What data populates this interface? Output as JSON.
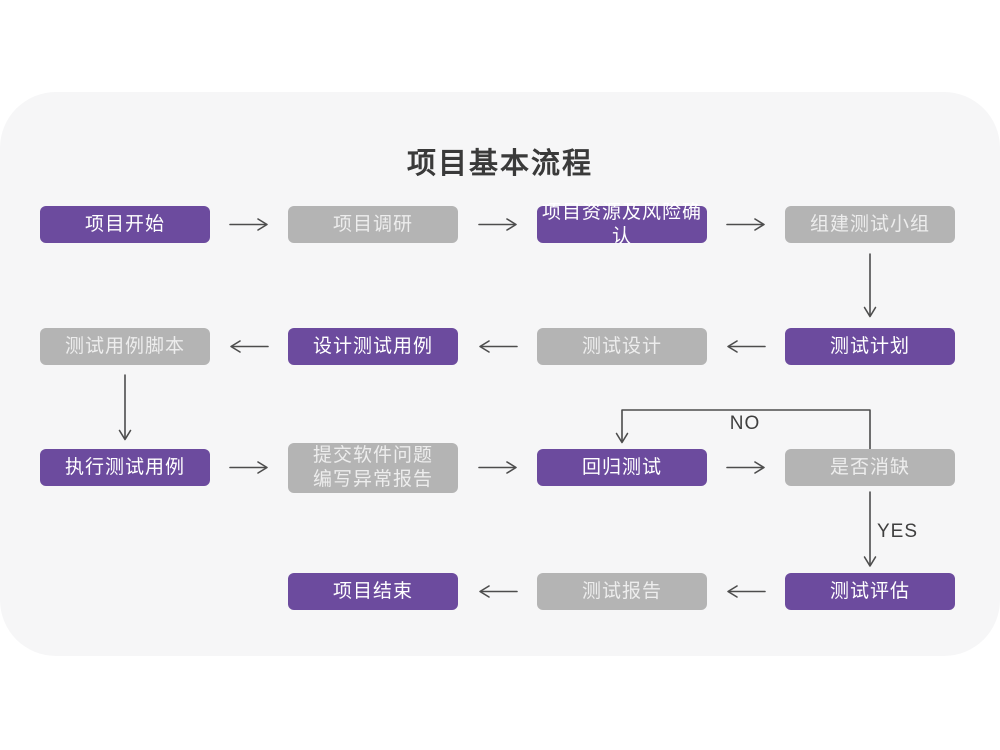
{
  "title": "项目基本流程",
  "flow": {
    "nodes": [
      {
        "label": "项目开始",
        "variant": "purple"
      },
      {
        "label": "项目调研",
        "variant": "gray"
      },
      {
        "label": "项目资源及风险确认",
        "variant": "purple"
      },
      {
        "label": "组建测试小组",
        "variant": "gray"
      },
      {
        "label": "测试计划",
        "variant": "purple"
      },
      {
        "label": "测试设计",
        "variant": "gray"
      },
      {
        "label": "设计测试用例",
        "variant": "purple"
      },
      {
        "label": "测试用例脚本",
        "variant": "gray"
      },
      {
        "label": "执行测试用例",
        "variant": "purple"
      },
      {
        "label": "提交软件问题\n编写异常报告",
        "variant": "gray"
      },
      {
        "label": "回归测试",
        "variant": "purple"
      },
      {
        "label": "是否消缺",
        "variant": "gray"
      },
      {
        "label": "测试评估",
        "variant": "purple"
      },
      {
        "label": "测试报告",
        "variant": "gray"
      },
      {
        "label": "项目结束",
        "variant": "purple"
      }
    ],
    "branch_labels": {
      "no": "NO",
      "yes": "YES"
    }
  },
  "colors": {
    "accent_purple": "#6c4b9e",
    "node_gray": "#b4b4b4",
    "card_background": "#f6f6f7",
    "page_background": "#ffffff",
    "arrow": "#4d4d4d",
    "title_text": "#3a3a3a"
  }
}
